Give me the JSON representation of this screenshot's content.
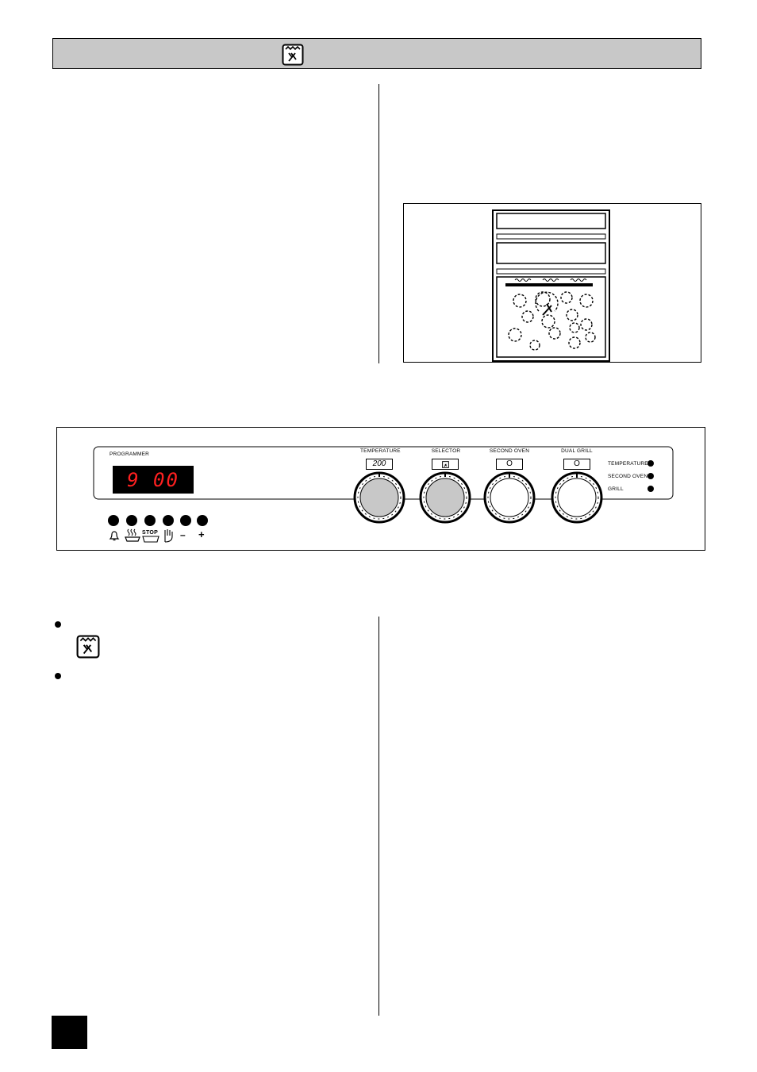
{
  "header": {
    "icon": "oven-fan-icon"
  },
  "oven_figure": {
    "description_icon": "oven-interior-icon"
  },
  "control_panel": {
    "programmer_label": "PROGRAMMER",
    "display_time": "9 00",
    "display_color": "#ff2020",
    "programmer_buttons": [
      {
        "icon": "bell-icon"
      },
      {
        "icon": "cook-time-icon"
      },
      {
        "label": "STOP",
        "icon": "stop-pan-icon"
      },
      {
        "icon": "manual-hand-icon"
      },
      {
        "label": "–"
      },
      {
        "label": "+"
      }
    ],
    "knobs": [
      {
        "label": "TEMPERATURE",
        "window": "200"
      },
      {
        "label": "SELECTOR",
        "window_icon": "oven-fan-icon"
      },
      {
        "label": "SECOND OVEN",
        "window": "O"
      },
      {
        "label": "DUAL GRILL",
        "window": "O"
      }
    ],
    "indicators": [
      "TEMPERATURE",
      "SECOND OVEN",
      "GRILL"
    ]
  }
}
